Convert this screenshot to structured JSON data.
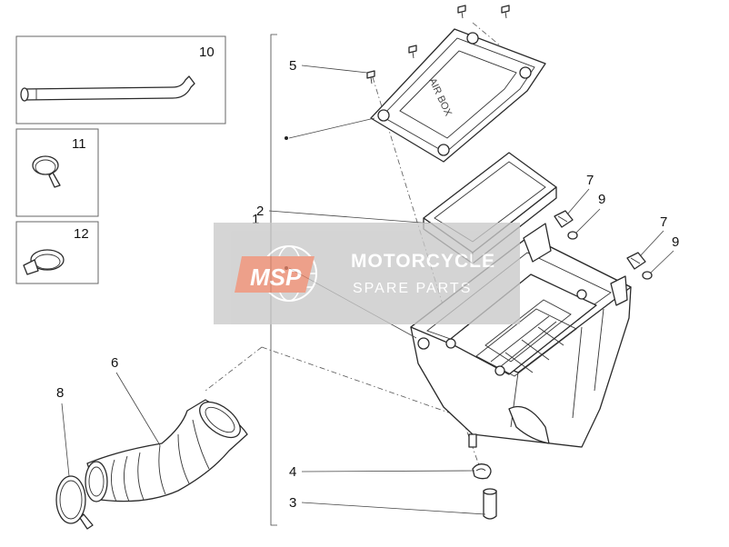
{
  "callouts": {
    "n1": "1",
    "n2": "2",
    "n3": "3",
    "n4": "4",
    "n5": "5",
    "n6": "6",
    "n7a": "7",
    "n7b": "7",
    "n8": "8",
    "n9a": "9",
    "n9b": "9",
    "n10": "10",
    "n11": "11",
    "n12": "12"
  },
  "lid_lettering": "AIR BOX",
  "watermark": {
    "logo_text": "MSP",
    "line1": "MOTORCYCLE",
    "line2": "SPARE PARTS",
    "accent": "#e8866a"
  }
}
